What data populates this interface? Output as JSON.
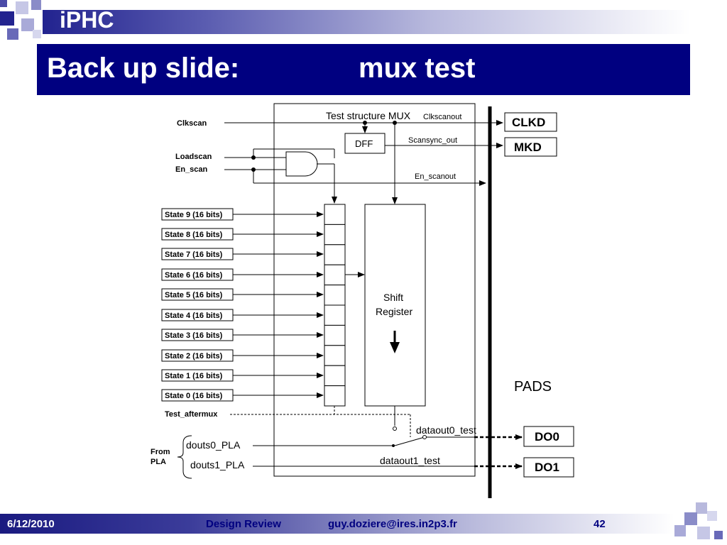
{
  "header": {
    "brand": "iPHC",
    "title_left": "Back up slide:",
    "title_right": "mux test"
  },
  "diagram": {
    "title": "Test structure MUX",
    "inputs": {
      "clkscan": "Clkscan",
      "loadscan": "Loadscan",
      "en_scan": "En_scan",
      "test_aftermux": "Test_aftermux"
    },
    "signals": {
      "clkscanout": "Clkscanout",
      "scansync_out": "Scansync_out",
      "en_scanout": "En_scanout",
      "dataout0_test": "dataout0_test",
      "dataout1_test": "dataout1_test"
    },
    "blocks": {
      "dff": "DFF",
      "shift_register_line1": "Shift",
      "shift_register_line2": "Register"
    },
    "states": [
      "State 9 (16 bits)",
      "State 8 (16 bits)",
      "State 7 (16 bits)",
      "State 6 (16 bits)",
      "State 5 (16 bits)",
      "State 4 (16 bits)",
      "State 3 (16 bits)",
      "State 2 (16 bits)",
      "State 1 (16 bits)",
      "State 0 (16 bits)"
    ],
    "pla": {
      "from_line1": "From",
      "from_line2": "PLA",
      "douts0": "douts0_PLA",
      "douts1": "douts1_PLA"
    },
    "pads": {
      "label": "PADS",
      "clkd": "CLKD",
      "mkd": "MKD",
      "do0": "DO0",
      "do1": "DO1"
    }
  },
  "footer": {
    "date": "6/12/2010",
    "review": "Design Review",
    "email": "guy.doziere@ires.in2p3.fr",
    "page": "42"
  }
}
